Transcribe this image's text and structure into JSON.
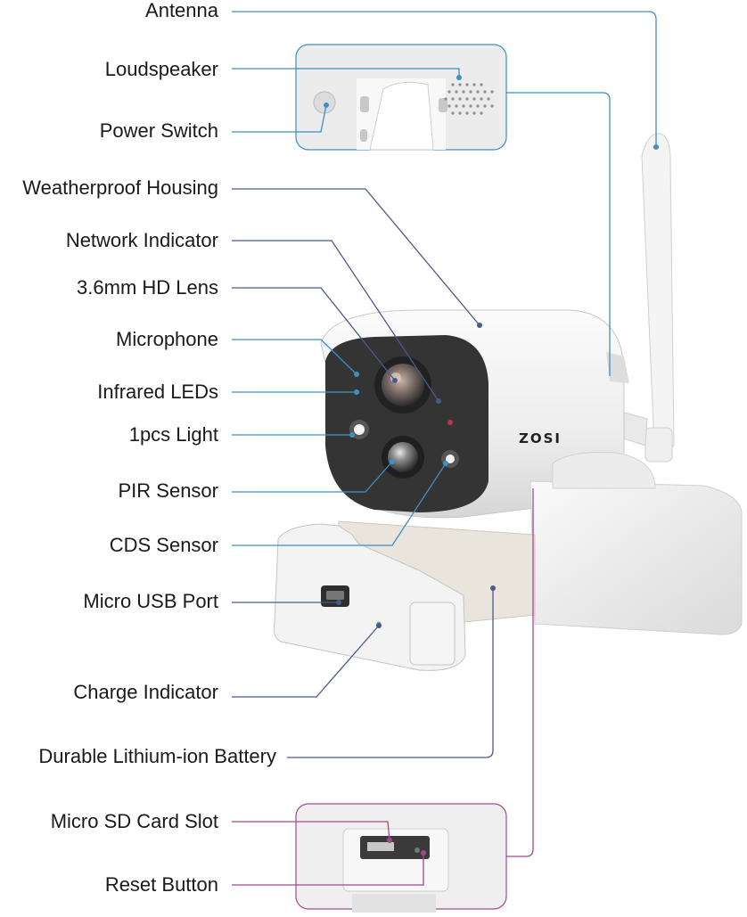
{
  "brand": "ZOSI",
  "colors": {
    "blue_leader": "#3d8fc4",
    "navy_leader": "#4a5a8a",
    "magenta_leader": "#a04a8c",
    "housing": "#f2f2f2",
    "face_plate": "#3a3a3a"
  },
  "callouts": [
    {
      "id": "antenna",
      "label": "Antenna"
    },
    {
      "id": "loudspeaker",
      "label": "Loudspeaker"
    },
    {
      "id": "power-switch",
      "label": "Power Switch"
    },
    {
      "id": "weatherproof-housing",
      "label": "Weatherproof Housing"
    },
    {
      "id": "network-indicator",
      "label": "Network Indicator"
    },
    {
      "id": "hd-lens",
      "label": "3.6mm HD Lens"
    },
    {
      "id": "microphone",
      "label": "Microphone"
    },
    {
      "id": "infrared-leds",
      "label": "Infrared LEDs"
    },
    {
      "id": "light",
      "label": "1pcs Light"
    },
    {
      "id": "pir-sensor",
      "label": "PIR Sensor"
    },
    {
      "id": "cds-sensor",
      "label": "CDS Sensor"
    },
    {
      "id": "micro-usb-port",
      "label": "Micro USB Port"
    },
    {
      "id": "charge-indicator",
      "label": "Charge Indicator"
    },
    {
      "id": "battery",
      "label": "Durable Lithium-ion Battery"
    },
    {
      "id": "micro-sd-slot",
      "label": "Micro SD Card Slot"
    },
    {
      "id": "reset-button",
      "label": "Reset Button"
    }
  ]
}
